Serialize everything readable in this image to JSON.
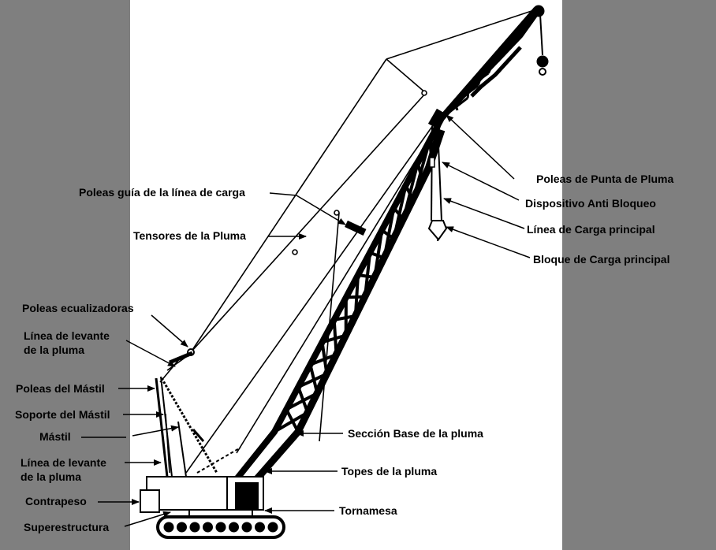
{
  "colors": {
    "background": "#7f7f7f",
    "panel": "#ffffff",
    "ink": "#000000"
  },
  "labels": {
    "poleas_punta": "Poleas de Punta de Pluma",
    "anti_bloqueo": "Dispositivo Anti Bloqueo",
    "linea_carga_principal": "Línea de Carga principal",
    "bloque_carga": "Bloque de Carga principal",
    "poleas_guia": "Poleas guía de la línea de carga",
    "tensores": "Tensores de la Pluma",
    "poleas_ecualizadoras": "Poleas ecualizadoras",
    "linea_levante_1_a": "Línea de levante",
    "linea_levante_1_b": "de la pluma",
    "poleas_mastil": "Poleas del Mástil",
    "soporte_mastil": "Soporte del Mástil",
    "mastil": "Mástil",
    "linea_levante_2_a": "Línea de levante",
    "linea_levante_2_b": "de la pluma",
    "contrapeso": "Contrapeso",
    "superestructura": "Superestructura",
    "seccion_base": "Sección Base de la pluma",
    "topes": "Topes de la pluma",
    "tornamesa": "Tornamesa"
  }
}
